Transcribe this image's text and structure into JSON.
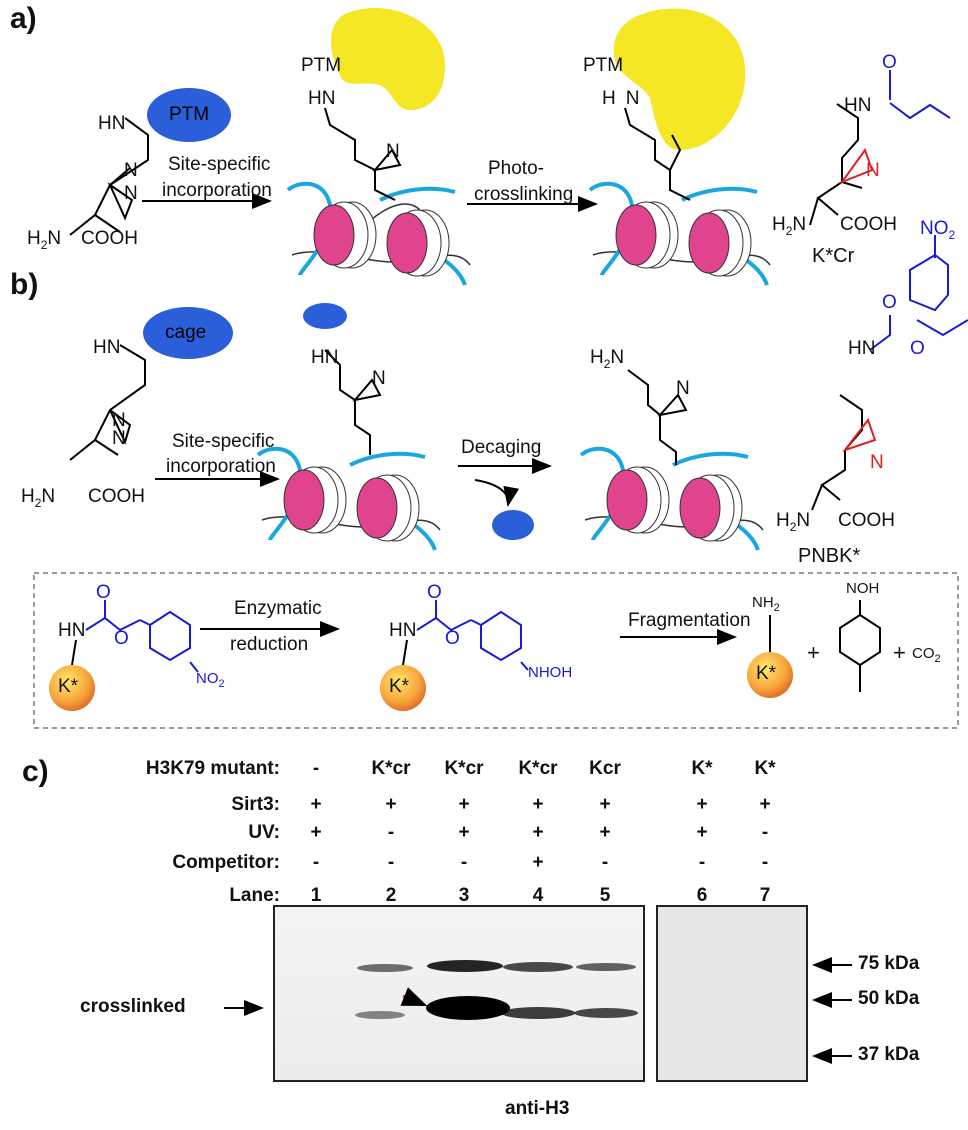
{
  "panels": {
    "a": "a)",
    "b": "b)",
    "c": "c)"
  },
  "panel_a": {
    "pill_left": "PTM",
    "arrow1": [
      "Site-specific",
      "incorporation"
    ],
    "arrow2": [
      "Photo-",
      "crosslinking"
    ],
    "ptm_label_1": "PTM",
    "ptm_label_2": "PTM",
    "compound_label": "K*Cr"
  },
  "panel_b": {
    "pill_left": "cage",
    "arrow1": [
      "Site-specific",
      "incorporation"
    ],
    "arrow2": "Decaging",
    "compound_label": "PNBK*"
  },
  "mechanism": {
    "step1": [
      "Enzymatic",
      "reduction"
    ],
    "step2": "Fragmentation",
    "kstar": "K*",
    "no2": "NO",
    "nhoh": "NHOH",
    "nh2": "NH",
    "noh": "NOH",
    "co2": "CO",
    "plus": "+"
  },
  "chem": {
    "hn": "HN",
    "h2n": "H",
    "n": "N",
    "o": "O",
    "cooh": "COOH",
    "sub2": "2"
  },
  "panel_c": {
    "rows": [
      {
        "header": "H3K79 mutant:",
        "values": [
          "-",
          "K*cr",
          "K*cr",
          "K*cr",
          "Kcr",
          "K*",
          "K*"
        ]
      },
      {
        "header": "Sirt3:",
        "values": [
          "+",
          "+",
          "+",
          "+",
          "+",
          "+",
          "+"
        ]
      },
      {
        "header": "UV:",
        "values": [
          "+",
          "-",
          "+",
          "+",
          "+",
          "+",
          "-"
        ]
      },
      {
        "header": "Competitor:",
        "values": [
          "-",
          "-",
          "-",
          "+",
          "-",
          "-",
          "-"
        ]
      },
      {
        "header": "Lane:",
        "values": [
          "1",
          "2",
          "3",
          "4",
          "5",
          "6",
          "7"
        ]
      }
    ],
    "crosslinked_label": "crosslinked",
    "markers": [
      "75 kDa",
      "50 kDa",
      "37 kDa"
    ],
    "antibody": "anti-H3"
  },
  "colors": {
    "blue": "#2b5fd9",
    "yellow": "#f5e626",
    "pink": "#e0448d",
    "cyan": "#1aa7e0",
    "red": "#e02020",
    "chem_blue": "#1a1ad6",
    "orange": "#f39a2c"
  }
}
